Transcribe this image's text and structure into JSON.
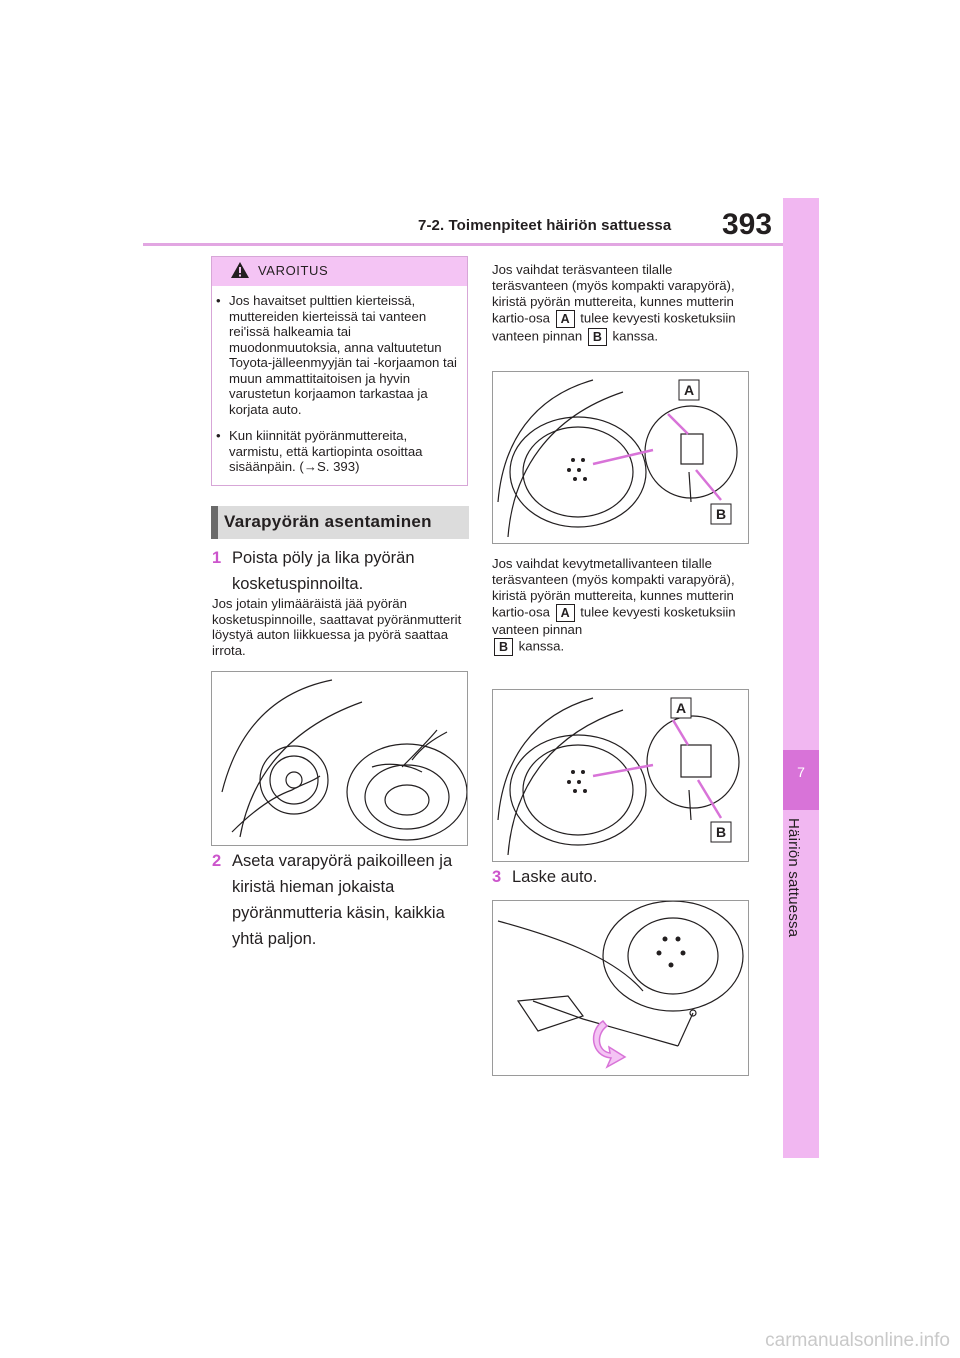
{
  "header": {
    "section_title": "7-2. Toimenpiteet häiriön sattuessa",
    "page_number": "393",
    "accent_color": "#d873d8"
  },
  "side_tab": {
    "chapter_number": "7",
    "chapter_title": "Häiriön sattuessa"
  },
  "warning": {
    "title": "VAROITUS",
    "icon": "warning-triangle-icon",
    "items": [
      "Jos havaitset pulttien kierteissä, muttereiden kierteissä tai vanteen rei'issä halkeamia tai muodonmuutoksia, anna valtuutetun Toyota-jälleenmyyjän tai -korjaamon tai muun ammattitaitoisen ja hyvin varustetun korjaamon tarkastaa ja korjata auto.",
      "Kun kiinnität pyöränmuttereita, varmistu, että kartiopinta osoittaa sisäänpäin. (→S. 393)"
    ]
  },
  "section_heading": "Varapyörän asentaminen",
  "steps": [
    {
      "num": "1",
      "text": "Poista pöly ja lika pyörän kosketuspinnoilta."
    },
    {
      "num": "2",
      "text": "Aseta varapyörä paikoilleen ja kiristä hieman jokaista pyöränmutteria käsin, kaikkia yhtä paljon."
    },
    {
      "num": "3",
      "text": "Laske auto."
    }
  ],
  "step1_note": "Jos jotain ylimääräistä jää pyörän kosketuspinnoille, saattavat pyöränmutterit löystyä auton liikkuessa ja pyörä saattaa irrota.",
  "steel_rim": {
    "text_1": "Jos vaihdat teräsvanteen tilalle teräsvanteen (myös kompakti varapyörä), kiristä pyörän muttereita, kunnes mutterin kartio-osa",
    "text_2": "tulee kevyesti kosketuksiin vanteen pinnan",
    "text_3": "kanssa."
  },
  "alloy_rim": {
    "text_1": "Jos vaihdat kevytmetallivanteen tilalle teräsvanteen (myös kompakti varapyörä), kiristä pyörän muttereita, kunnes mutterin kartio-osa",
    "text_2": "tulee kevyesti kosketuksiin vanteen pinnan",
    "text_3": "kanssa."
  },
  "labels": {
    "a": "A",
    "b": "B"
  },
  "watermark": "carmanualsonline.info"
}
